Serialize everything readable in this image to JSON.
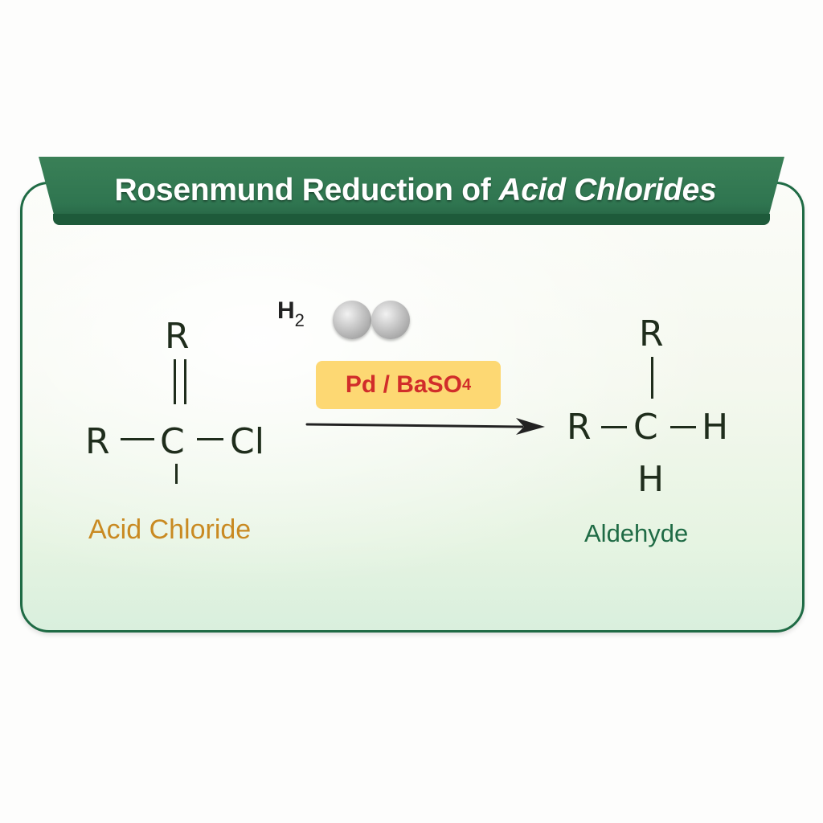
{
  "title": {
    "main": "Rosenmund Reduction of",
    "italic": "Acid Chlorides"
  },
  "reactant": {
    "name": "Acid Chloride",
    "atoms": {
      "top": "R",
      "left": "R",
      "center": "C",
      "right": "Cl"
    },
    "color": "#c98a22"
  },
  "product": {
    "name": "Aldehyde",
    "atoms": {
      "top": "R",
      "left": "R",
      "center": "C",
      "right": "H",
      "bottom": "H"
    },
    "color": "#1f6b45"
  },
  "reagent": {
    "gas": "H",
    "gas_subscript": "2",
    "catalyst": "Pd / BaSO",
    "catalyst_subscript": "4"
  },
  "colors": {
    "banner": "#2f7550",
    "border": "#1f6b45",
    "catalyst_bg": "#fdd873",
    "catalyst_text": "#d12d2a",
    "atom_text": "#1f2d1c"
  }
}
